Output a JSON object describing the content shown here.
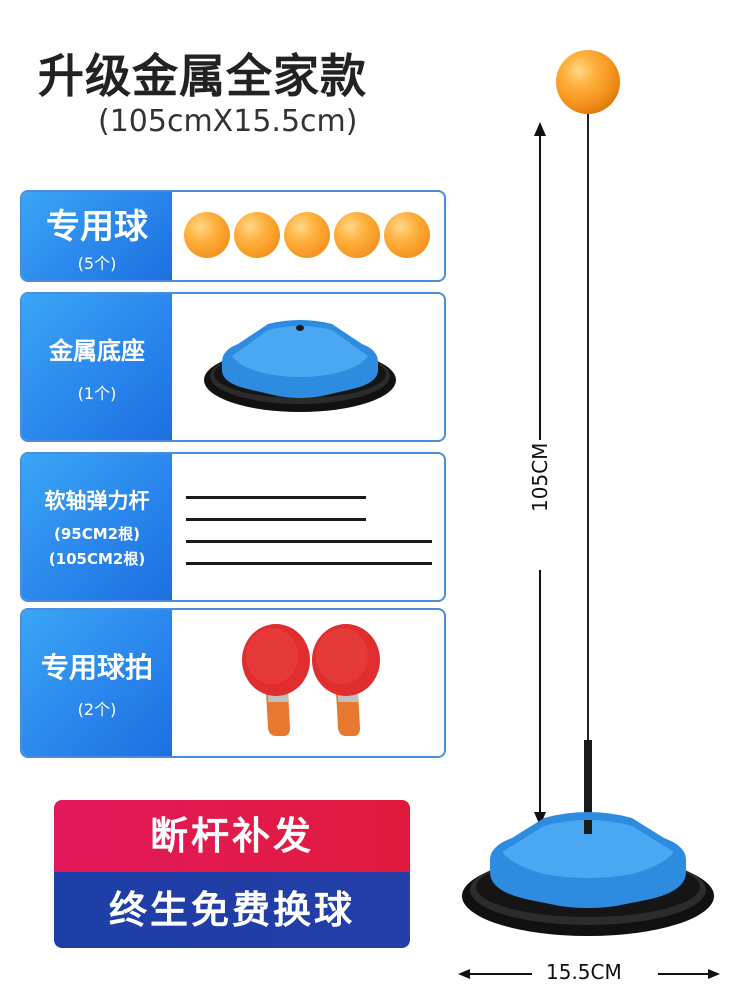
{
  "header": {
    "title": "升级金属全家款",
    "size": "(105cmX15.5cm)"
  },
  "items": [
    {
      "name": "专用球",
      "qty": "(5个)"
    },
    {
      "name": "金属底座",
      "qty": "(1个)"
    },
    {
      "name": "软轴弹力杆",
      "qty1": "(95CM2根)",
      "qty2": "(105CM2根)"
    },
    {
      "name": "专用球拍",
      "qty": "(2个)"
    }
  ],
  "banners": {
    "top": "断杆补发",
    "bottom": "终生免费换球"
  },
  "dimensions": {
    "height": "105CM",
    "width": "15.5CM"
  },
  "colors": {
    "card_blue": "#2a86ec",
    "banner_red": "#e01a3c",
    "banner_blue": "#243ea8",
    "ball_orange": "#f5931e",
    "base_blue": "#2d8be0",
    "paddle_red": "#e02d2d"
  }
}
